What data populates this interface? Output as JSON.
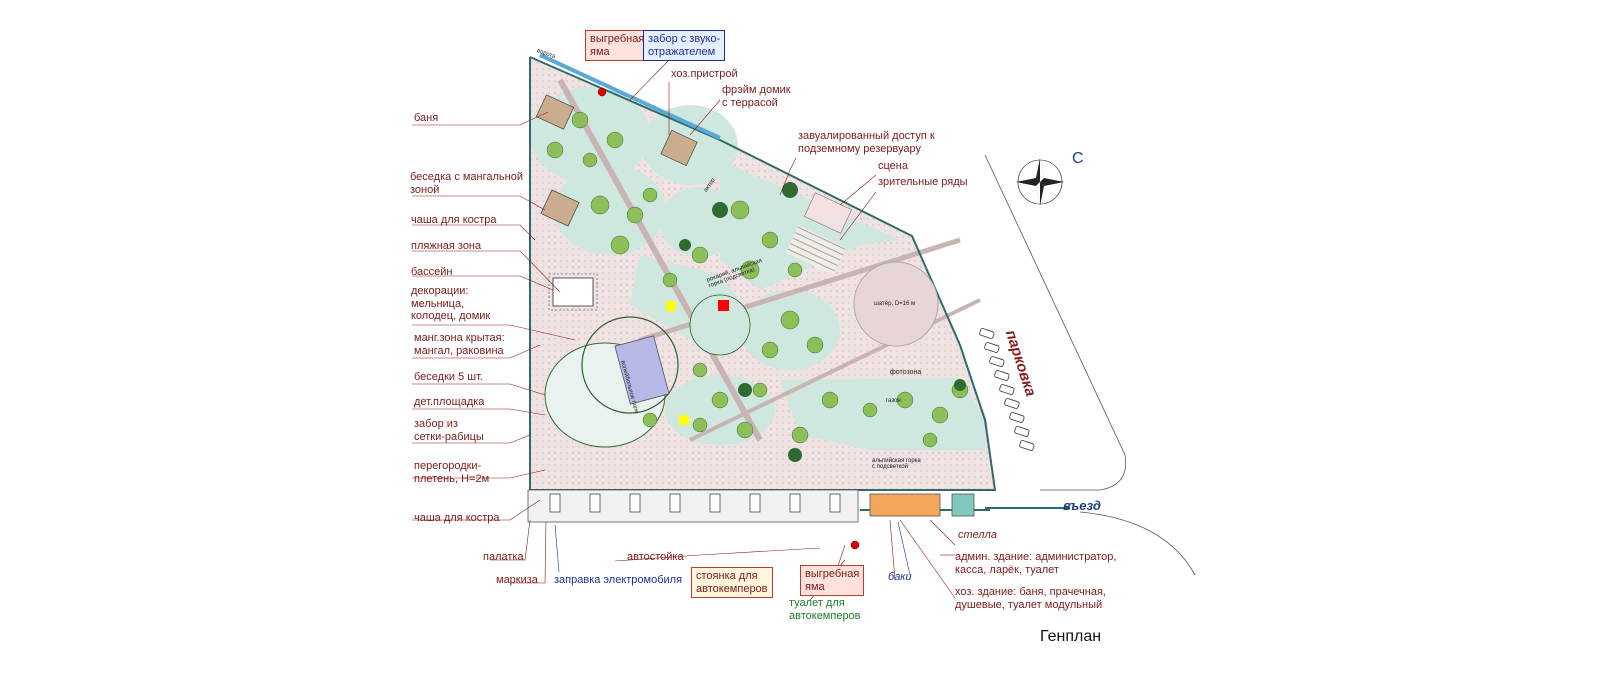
{
  "title": "Генплан",
  "compass_letter": "С",
  "parking_label": "парковка",
  "entry_label": "въезд",
  "gate_label": "ворота",
  "labels": {
    "vygrebnaya_top": "выгребная\nяма",
    "zabor_zvuk": "забор с звуко-\nотражателем",
    "hoz_pristroy": "хоз.пристрой",
    "freym_domik": "фрэйм домик\nс террасой",
    "banya": "баня",
    "zavualirovanny": "завуалированный доступ к\nподземному резервуару",
    "besedka_mangal": "беседка с мангальной\nзоной",
    "scena": "сцена",
    "zritelnye": "зрительные ряды",
    "chasha_kostra_1": "чаша для костра",
    "plyazhnaya": "пляжная зона",
    "basseyn": "бассейн",
    "dekoracii": "декорации:\nмельница,\nколодец, домик",
    "mangzona": "манг.зона крытая:\nмангал, раковина",
    "besedki5": "беседки 5 шт.",
    "det_ploshadka": "дет.площадка",
    "zabor_setki": "забор из\nсетки-рабицы",
    "peregorodki": "перегородки-\nплетень, Н=2м",
    "chasha_kostra_2": "чаша для костра",
    "palatka": "палатка",
    "avtostoyka": "автостойка",
    "markiza": "маркиза",
    "zapravka": "заправка электромобиля",
    "stoyanka": "стоянка для\nавтокемперов",
    "vygrebnaya_bottom": "выгребная\nяма",
    "baki": "баки",
    "stella": "стелла",
    "admin": "админ. здание: администратор,\nкасса, ларёк, туалет",
    "hoz_zdanie": "хоз. здание: баня, прачечная,\nдушевые, туалет модульный",
    "tualet_avto": "туалет для\nавтокемперов"
  },
  "inner_labels": {
    "shater": "шатёр, D=16 м",
    "fotozona": "фотозона",
    "gazon": "газон",
    "alpinarium": "альпийская горка\nс подсветкой",
    "pole": "волейбольное поле",
    "gorka": "рокарий, альпийская\nгорка (подсветка)",
    "aktor": "актор"
  },
  "colors": {
    "label_text": "#7a1b1b",
    "blue_text": "#1f2f9e",
    "green_text": "#1f7a2a",
    "lawn": "#cfe8df",
    "path": "#ead9d9",
    "border": "#2e6b6b"
  }
}
